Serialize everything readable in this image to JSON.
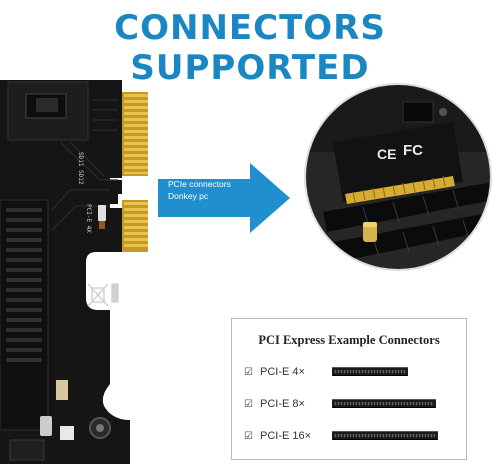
{
  "headline": "CONNECTORS SUPPORTED",
  "card": {
    "marking_top": "SD11 SD12",
    "marking_side": "PCI-E 4X",
    "marking_weee": "WEEE bin"
  },
  "callout": {
    "line1": "PCIe connectors",
    "line2": "Donkey pc",
    "arrow_color": "#1f8fd0"
  },
  "photo": {
    "ce_mark": "CE",
    "fcc_mark": "FC"
  },
  "example": {
    "title": "PCI Express Example Connectors",
    "check_glyph": "☑",
    "rows": [
      {
        "label": "PCI-E 4×",
        "lanes": 4
      },
      {
        "label": "PCI-E 8×",
        "lanes": 8
      },
      {
        "label": "PCI-E 16×",
        "lanes": 16
      }
    ]
  },
  "colors": {
    "headline": "#1a86c2",
    "pcb": "#161616",
    "gold": "#d9b23c"
  }
}
